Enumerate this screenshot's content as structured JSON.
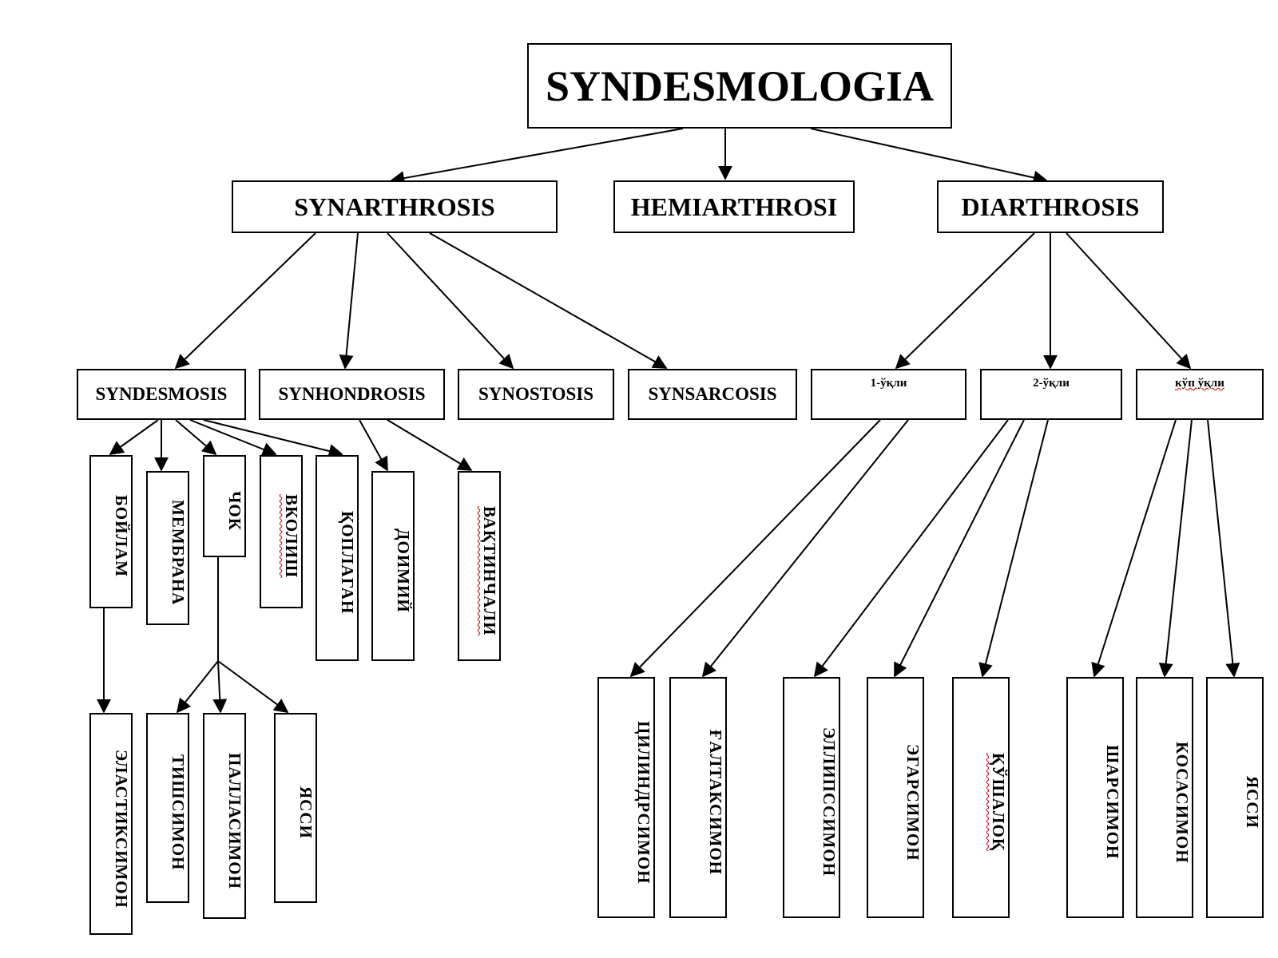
{
  "root": "SYNDESMOLOGIA",
  "level1": {
    "synarthrosis": "SYNARTHROSIS",
    "hemiarthrosis": "HEMIARTHROSI",
    "diarthrosis": "DIARTHROSIS"
  },
  "synarthrosis_children": {
    "syndesmosis": "SYNDESMOSIS",
    "synhondrosis": "SYNHONDROSIS",
    "synostosis": "SYNOSTOSIS",
    "synsarcosis": "SYNSARCOSIS"
  },
  "diarthrosis_children": {
    "axis1": "1-ўқли",
    "axis2": "2-ўқли",
    "multiaxis": "кўп ўқли"
  },
  "syndesmosis_children": {
    "boylam": "БОЙЛАМ",
    "membrana": "МЕМБРАНА",
    "chok": "ЧОК",
    "vkolish": "ВКОЛИШ",
    "qoplagan": "ҚОПЛАГАН"
  },
  "synhondrosis_children": {
    "doimiy": "ДОИМИЙ",
    "vaqtinchali": "ВАҚТИНЧАЛИ"
  },
  "boylam_child": "ЭЛАСТИКСИМОН",
  "chok_children": {
    "tishsimon": "ТИШСИМОН",
    "pallasimon": "ПАЛЛАСИМОН",
    "yassi": "ЯССИ"
  },
  "axis1_children": {
    "tsilindrsimon": "ЦИЛИНДРСИМОН",
    "galtaksimon": "ҒАЛТАКСИМОН"
  },
  "axis2_children": {
    "ellipssimon": "ЭЛЛИПССИМОН",
    "egarsimon": "ЭГАРСИМОН",
    "qoshaloq": "ҚЎШАЛОҚ"
  },
  "multiaxis_children": {
    "sharsimon": "ШАРСИМОН",
    "kosasimon": "КОСАСИМОН",
    "yassi": "ЯССИ"
  }
}
